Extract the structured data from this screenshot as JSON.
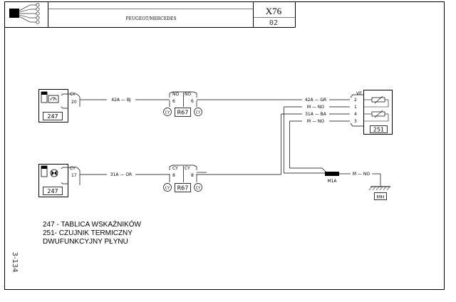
{
  "header": {
    "doc_code": "PEUGEOT/MERCEDES",
    "connector_id": "X76",
    "sheet": "02"
  },
  "margin_label": "3-134",
  "components": {
    "c247a": "247",
    "c247b": "247",
    "c251": "251",
    "r67a": "R67",
    "r67b": "R67",
    "m1a": "M1A",
    "mh": "MH"
  },
  "connectors": {
    "cy": "CY",
    "no": "NO",
    "ve": "VE",
    "pin20": "20",
    "pin17": "17",
    "pin6a": "6",
    "pin6b": "6",
    "pin8a": "8",
    "pin8b": "8",
    "p2": "2",
    "p1": "1",
    "p4": "4",
    "p3": "3"
  },
  "wires": {
    "w42a_bj": "42A — BJ",
    "w42a_gr": "42A — GR",
    "w_m_no_1": "M — NO",
    "w31a_ba": "31A — BA",
    "w_m_no_3": "M — NO",
    "w31a_or": "31A — OR",
    "w_m_no_gnd": "M — NO"
  },
  "legend": [
    "247 - TABLICA WSKAŹNIKÓW",
    "251- CZUJNIK TERMICZNY",
    "DWUFUNKCYJNY PŁYNU"
  ]
}
